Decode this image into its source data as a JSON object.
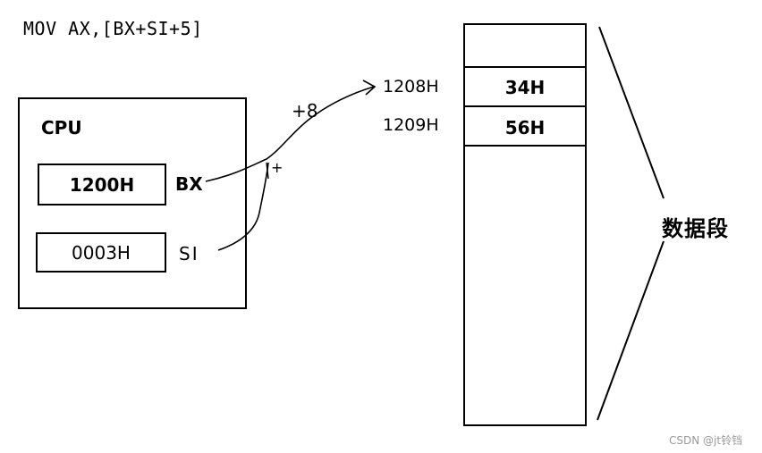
{
  "instruction": "MOV AX,[BX+SI+5]",
  "cpu": {
    "label": "CPU",
    "registers": [
      {
        "name": "BX",
        "value": "1200H"
      },
      {
        "name": "SI",
        "value": "0003H"
      }
    ]
  },
  "annotations": {
    "offset": "+8",
    "add": "+"
  },
  "memory": {
    "cells": [
      {
        "address": "1208H",
        "value": "34H"
      },
      {
        "address": "1209H",
        "value": "56H"
      }
    ],
    "segment_label": "数据段"
  },
  "watermark": "CSDN @jt铃铛"
}
